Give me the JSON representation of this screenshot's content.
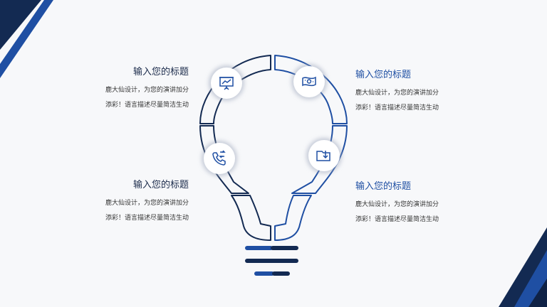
{
  "colors": {
    "navy": "#132a52",
    "blue": "#1f4fa3",
    "background": "#f7f8fa"
  },
  "items": [
    {
      "title": "输入您的标题",
      "line1": "鹿大仙设计，为您的演讲加分",
      "line2": "添彩！语言描述尽量简洁生动",
      "icon": "presentation-board-icon"
    },
    {
      "title": "输入您的标题",
      "line1": "鹿大仙设计，为您的演讲加分",
      "line2": "添彩！语言描述尽量简洁生动",
      "icon": "money-bill-icon"
    },
    {
      "title": "输入您的标题",
      "line1": "鹿大仙设计，为您的演讲加分",
      "line2": "添彩！语言描述尽量简洁生动",
      "icon": "phone-transfer-icon"
    },
    {
      "title": "输入您的标题",
      "line1": "鹿大仙设计，为您的演讲加分",
      "line2": "添彩！语言描述尽量简洁生动",
      "icon": "folder-download-icon"
    }
  ]
}
